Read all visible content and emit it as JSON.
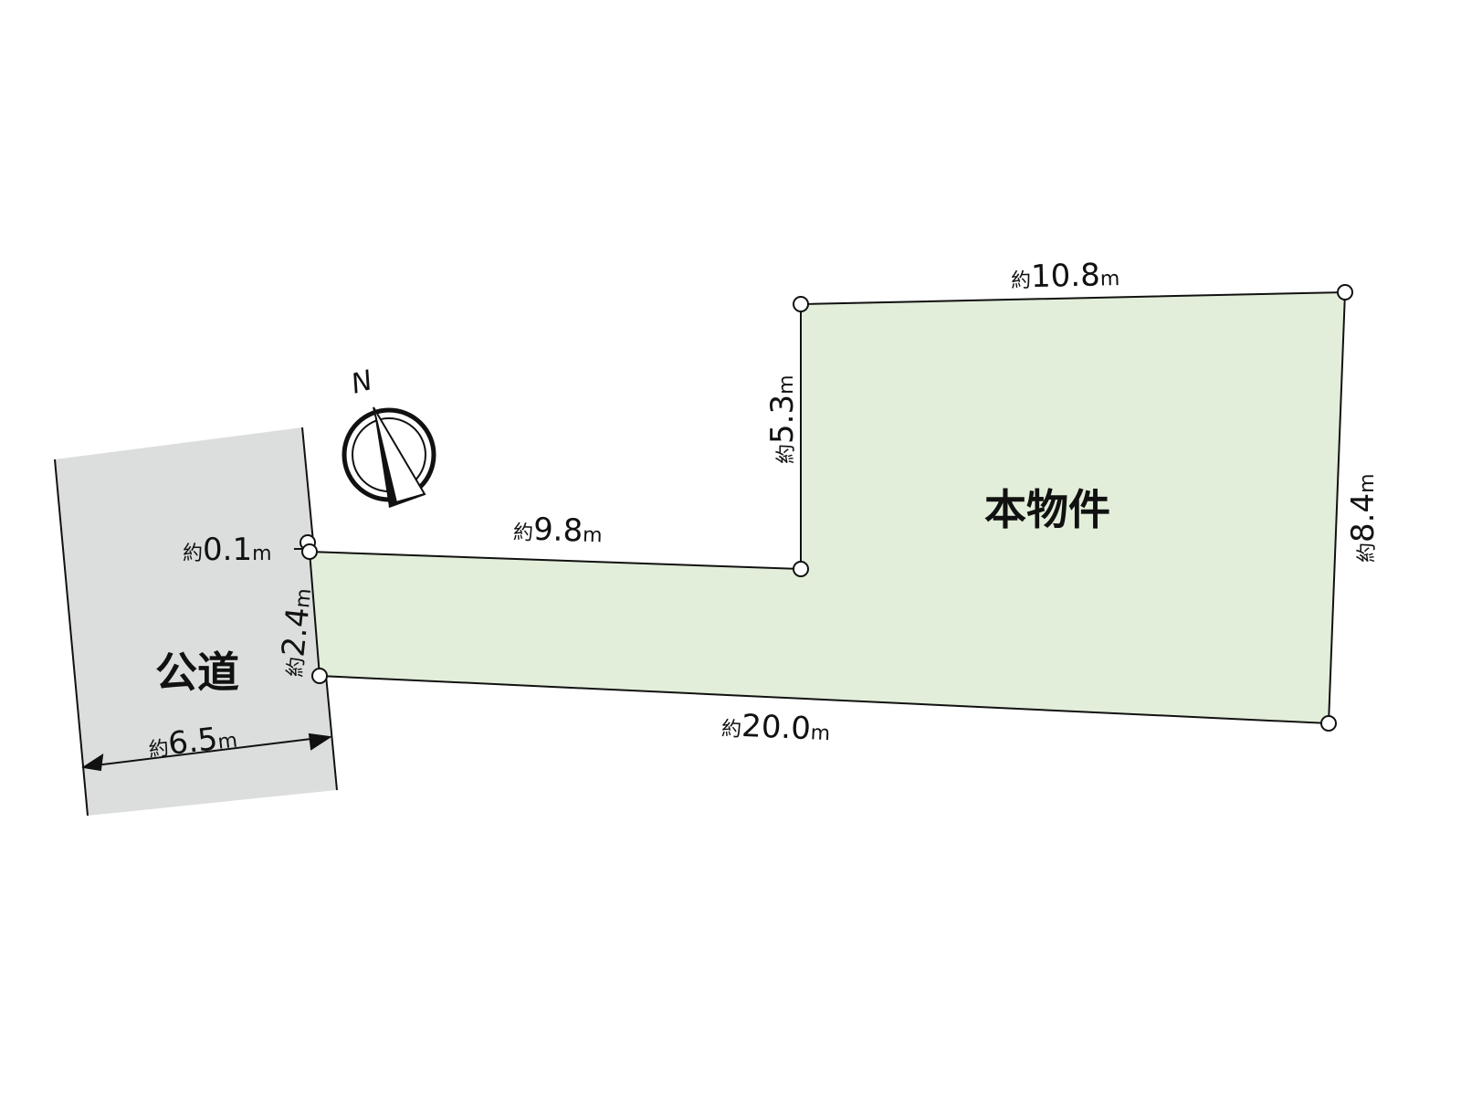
{
  "diagram": {
    "type": "land-survey-plot",
    "colors": {
      "property_fill": "#e2eed9",
      "road_fill": "#dcdddd",
      "stroke": "#111111",
      "background": "#ffffff"
    },
    "property": {
      "label": "本物件"
    },
    "road": {
      "label": "公道",
      "width": {
        "prefix": "約",
        "value": "6.5",
        "unit": "m"
      }
    },
    "compass": {
      "label": "N"
    },
    "dimensions": {
      "top_right": {
        "prefix": "約",
        "value": "10.8",
        "unit": "m"
      },
      "left_vertical_upper": {
        "prefix": "約",
        "value": "5.3",
        "unit": "m"
      },
      "right_vertical": {
        "prefix": "約",
        "value": "8.4",
        "unit": "m"
      },
      "middle_horizontal": {
        "prefix": "約",
        "value": "9.8",
        "unit": "m"
      },
      "bottom": {
        "prefix": "約",
        "value": "20.0",
        "unit": "m"
      },
      "frontage": {
        "prefix": "約",
        "value": "2.4",
        "unit": "m"
      },
      "offset": {
        "prefix": "約",
        "value": "0.1",
        "unit": "m"
      }
    }
  }
}
